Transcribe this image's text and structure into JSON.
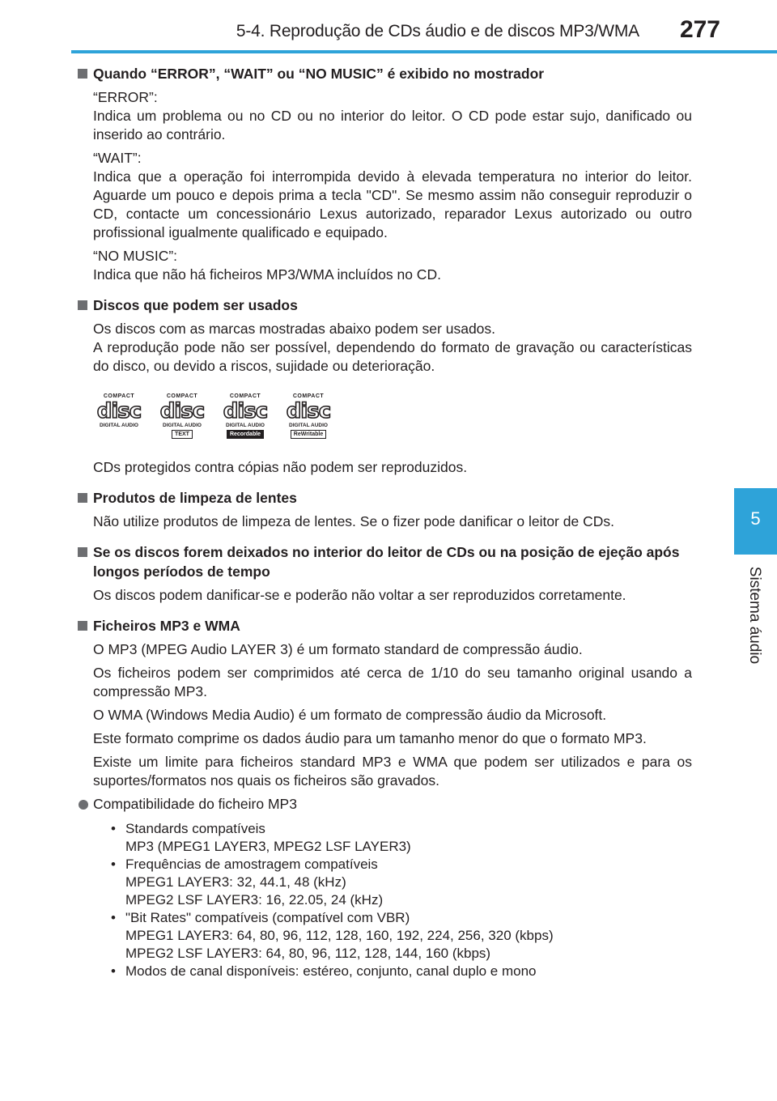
{
  "header": {
    "title": "5-4. Reprodução de CDs áudio e de discos MP3/WMA",
    "page_number": "277"
  },
  "side": {
    "tab_number": "5",
    "label": "Sistema áudio"
  },
  "sections": {
    "error": {
      "title": "Quando “ERROR”, “WAIT” ou “NO MUSIC” é exibido no mostrador",
      "error_label": "“ERROR”:",
      "error_text": "Indica um problema ou no CD ou no interior do leitor. O CD pode estar sujo, danificado ou inserido ao contrário.",
      "wait_label": "“WAIT”:",
      "wait_text": "Indica que a operação foi interrompida devido à elevada temperatura no interior do leitor. Aguarde um pouco  e depois prima a tecla \"CD\". Se mesmo assim não conseguir reproduzir o CD, contacte um concessionário Lexus autorizado, reparador Lexus autorizado ou outro profissional igualmente qualificado e equipado.",
      "nomusic_label": "“NO MUSIC”:",
      "nomusic_text": "Indica que não há ficheiros MP3/WMA incluídos no CD."
    },
    "discs": {
      "title": "Discos que podem ser usados",
      "line1": "Os discos com as marcas mostradas abaixo podem ser usados.",
      "line2": "A reprodução pode não ser possível, dependendo do formato de gravação ou características do disco, ou devido a riscos, sujidade ou deterioração.",
      "logos": [
        {
          "top": "COMPACT",
          "main": "disc",
          "sub": "DIGITAL AUDIO",
          "box": ""
        },
        {
          "top": "COMPACT",
          "main": "disc",
          "sub": "DIGITAL AUDIO",
          "box": "TEXT"
        },
        {
          "top": "COMPACT",
          "main": "disc",
          "sub": "DIGITAL AUDIO",
          "box": "Recordable"
        },
        {
          "top": "COMPACT",
          "main": "disc",
          "sub": "DIGITAL AUDIO",
          "box": "ReWritable"
        }
      ],
      "note": "CDs  protegidos contra cópias não podem ser reproduzidos."
    },
    "cleaning": {
      "title": "Produtos de limpeza de lentes",
      "text": "Não utilize produtos de limpeza de lentes. Se o fizer pode danificar o leitor de CDs."
    },
    "left_discs": {
      "title": "Se os discos forem deixados no interior do leitor de CDs ou na posição de ejeção após longos períodos de tempo",
      "text": "Os discos podem danificar-se e poderão não voltar a ser reproduzidos corretamente."
    },
    "mp3wma": {
      "title": "Ficheiros MP3 e WMA",
      "p1": "O MP3 (MPEG Audio LAYER 3) é um formato standard de compressão áudio.",
      "p2": "Os ficheiros podem ser comprimidos até cerca de 1/10 do seu tamanho original usando a compressão MP3.",
      "p3": "O WMA (Windows Media Audio) é um formato de compressão áudio da Microsoft.",
      "p4": "Este formato comprime os dados áudio para um tamanho menor do que o formato MP3.",
      "p5": "Existe um limite para ficheiros standard MP3 e WMA que podem ser utilizados e para os suportes/formatos nos quais os ficheiros são gravados.",
      "compat_title": "Compatibilidade do ficheiro MP3",
      "bullets": [
        {
          "head": "Standards compatíveis",
          "lines": [
            "MP3 (MPEG1 LAYER3, MPEG2 LSF LAYER3)"
          ]
        },
        {
          "head": "Frequências de amostragem compatíveis",
          "lines": [
            "MPEG1 LAYER3: 32, 44.1, 48 (kHz)",
            "MPEG2 LSF LAYER3: 16, 22.05, 24 (kHz)"
          ]
        },
        {
          "head": "\"Bit Rates\" compatíveis (compatível com VBR)",
          "lines": [
            "MPEG1 LAYER3: 64, 80, 96, 112, 128, 160, 192, 224, 256, 320 (kbps)",
            "MPEG2 LSF LAYER3: 64, 80, 96, 112, 128, 144, 160 (kbps)"
          ]
        },
        {
          "head": "Modos de canal disponíveis: estéreo, conjunto, canal duplo e mono",
          "lines": []
        }
      ]
    }
  }
}
